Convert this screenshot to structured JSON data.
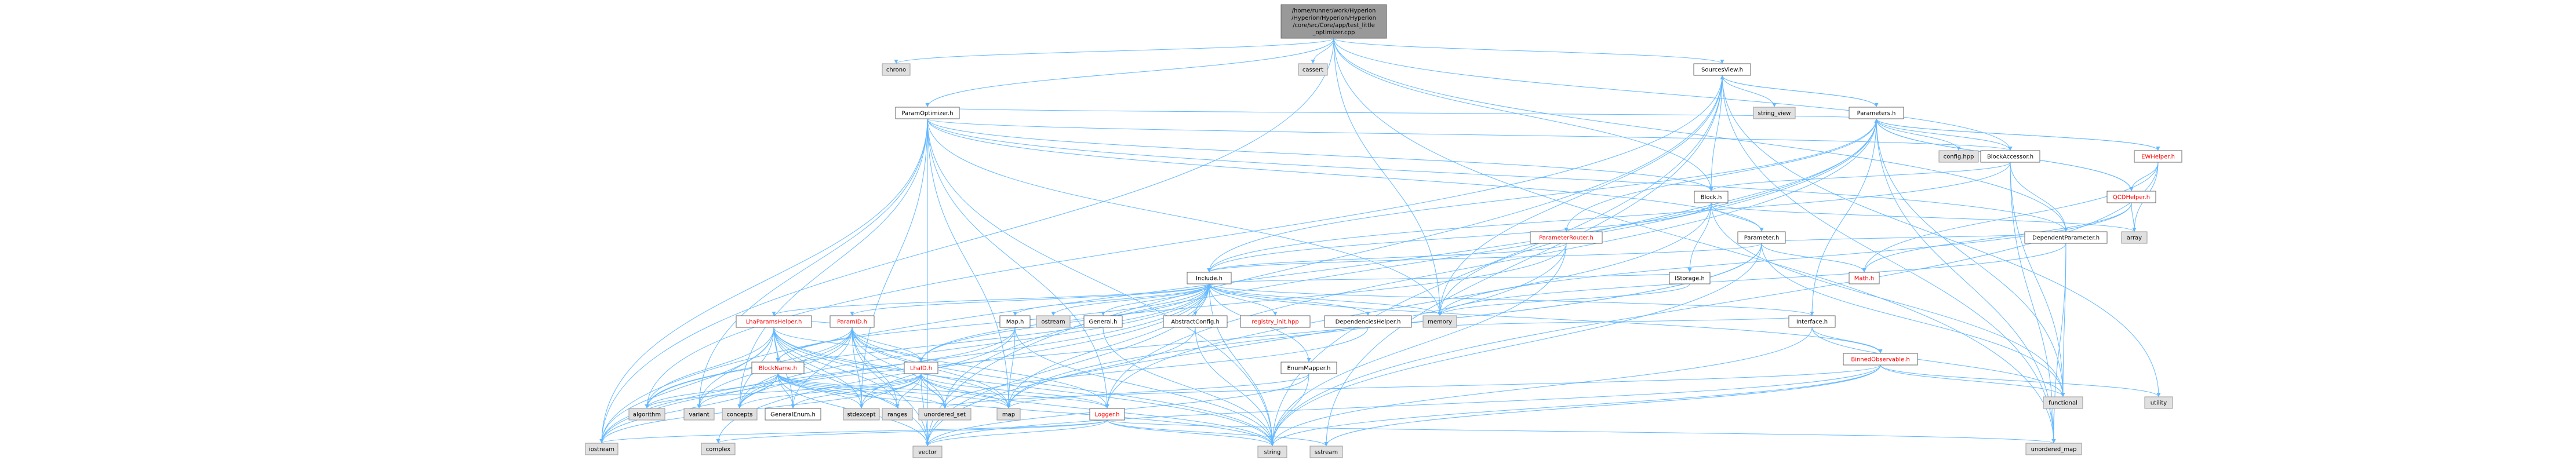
{
  "colors": {
    "root_fill": "#999999",
    "box_fill": "#ffffff",
    "box_stroke": "#666666",
    "system_fill": "#e0e0e0",
    "system_stroke": "#999999",
    "edge": "#63b8ff",
    "red_text": "#ff0000"
  },
  "nodes": [
    {
      "id": "root",
      "lines": [
        "/home/runner/work/Hyperion",
        "/Hyperion/Hyperion/Hyperion",
        "/core/src/Core/app/test_little",
        "_optimizer.cpp"
      ],
      "kind": "root"
    },
    {
      "id": "chrono",
      "lines": [
        "chrono"
      ],
      "kind": "system"
    },
    {
      "id": "cassert",
      "lines": [
        "cassert"
      ],
      "kind": "system"
    },
    {
      "id": "sourcesview",
      "lines": [
        "SourcesView.h"
      ],
      "kind": "local"
    },
    {
      "id": "string_view",
      "lines": [
        "string_view"
      ],
      "kind": "system"
    },
    {
      "id": "paramoptimizer",
      "lines": [
        "ParamOptimizer.h"
      ],
      "kind": "local"
    },
    {
      "id": "parameters",
      "lines": [
        "Parameters.h"
      ],
      "kind": "local"
    },
    {
      "id": "config",
      "lines": [
        "config.hpp"
      ],
      "kind": "system"
    },
    {
      "id": "blockaccessor",
      "lines": [
        "BlockAccessor.h"
      ],
      "kind": "local"
    },
    {
      "id": "ewhelper",
      "lines": [
        "EWHelper.h"
      ],
      "kind": "red"
    },
    {
      "id": "qcdhelper",
      "lines": [
        "QCDHelper.h"
      ],
      "kind": "red"
    },
    {
      "id": "array",
      "lines": [
        "array"
      ],
      "kind": "system"
    },
    {
      "id": "block",
      "lines": [
        "Block.h"
      ],
      "kind": "local"
    },
    {
      "id": "dependentparameter",
      "lines": [
        "DependentParameter.h"
      ],
      "kind": "local"
    },
    {
      "id": "parameterrouter",
      "lines": [
        "ParameterRouter.h"
      ],
      "kind": "red"
    },
    {
      "id": "parameter",
      "lines": [
        "Parameter.h"
      ],
      "kind": "local"
    },
    {
      "id": "istorage",
      "lines": [
        "IStorage.h"
      ],
      "kind": "local"
    },
    {
      "id": "math",
      "lines": [
        "Math.h"
      ],
      "kind": "red"
    },
    {
      "id": "include",
      "lines": [
        "Include.h"
      ],
      "kind": "local"
    },
    {
      "id": "interface",
      "lines": [
        "Interface.h"
      ],
      "kind": "local"
    },
    {
      "id": "luaparamshelper",
      "lines": [
        "LhaParamsHelper.h"
      ],
      "kind": "red"
    },
    {
      "id": "paramid",
      "lines": [
        "ParamID.h"
      ],
      "kind": "red"
    },
    {
      "id": "map_h",
      "lines": [
        "Map.h"
      ],
      "kind": "local"
    },
    {
      "id": "ostream",
      "lines": [
        "ostream"
      ],
      "kind": "system"
    },
    {
      "id": "general",
      "lines": [
        "General.h"
      ],
      "kind": "local"
    },
    {
      "id": "abstractconfig",
      "lines": [
        "AbstractConfig.h"
      ],
      "kind": "local"
    },
    {
      "id": "registry_init",
      "lines": [
        "registry_init.hpp"
      ],
      "kind": "red"
    },
    {
      "id": "dependencieshelper",
      "lines": [
        "DependenciesHelper.h"
      ],
      "kind": "local"
    },
    {
      "id": "memory",
      "lines": [
        "memory"
      ],
      "kind": "system"
    },
    {
      "id": "binnedobservable",
      "lines": [
        "BinnedObservable.h"
      ],
      "kind": "red"
    },
    {
      "id": "blockname",
      "lines": [
        "BlockName.h"
      ],
      "kind": "red"
    },
    {
      "id": "lhaid",
      "lines": [
        "LhaID.h"
      ],
      "kind": "red"
    },
    {
      "id": "enummapper",
      "lines": [
        "EnumMapper.h"
      ],
      "kind": "local"
    },
    {
      "id": "functional",
      "lines": [
        "functional"
      ],
      "kind": "system"
    },
    {
      "id": "utility",
      "lines": [
        "utility"
      ],
      "kind": "system"
    },
    {
      "id": "algorithm",
      "lines": [
        "algorithm"
      ],
      "kind": "system"
    },
    {
      "id": "variant",
      "lines": [
        "variant"
      ],
      "kind": "system"
    },
    {
      "id": "concepts",
      "lines": [
        "concepts"
      ],
      "kind": "system"
    },
    {
      "id": "generalenum",
      "lines": [
        "GeneralEnum.h"
      ],
      "kind": "local"
    },
    {
      "id": "stdexcept",
      "lines": [
        "stdexcept"
      ],
      "kind": "system"
    },
    {
      "id": "ranges",
      "lines": [
        "ranges"
      ],
      "kind": "system"
    },
    {
      "id": "unordered_set",
      "lines": [
        "unordered_set"
      ],
      "kind": "system"
    },
    {
      "id": "map",
      "lines": [
        "map"
      ],
      "kind": "system"
    },
    {
      "id": "logger",
      "lines": [
        "Logger.h"
      ],
      "kind": "red"
    },
    {
      "id": "iostream",
      "lines": [
        "iostream"
      ],
      "kind": "system"
    },
    {
      "id": "complex",
      "lines": [
        "complex"
      ],
      "kind": "system"
    },
    {
      "id": "vector",
      "lines": [
        "vector"
      ],
      "kind": "system"
    },
    {
      "id": "string",
      "lines": [
        "string"
      ],
      "kind": "system"
    },
    {
      "id": "sstream",
      "lines": [
        "sstream"
      ],
      "kind": "system"
    },
    {
      "id": "unordered_map",
      "lines": [
        "unordered_map"
      ],
      "kind": "system"
    }
  ],
  "edges": [
    [
      "root",
      "chrono"
    ],
    [
      "root",
      "cassert"
    ],
    [
      "root",
      "sourcesview"
    ],
    [
      "root",
      "paramoptimizer"
    ],
    [
      "root",
      "block"
    ],
    [
      "root",
      "blockaccessor"
    ],
    [
      "root",
      "dependentparameter"
    ],
    [
      "root",
      "memory"
    ],
    [
      "root",
      "iostream"
    ],
    [
      "root",
      "unordered_map"
    ],
    [
      "sourcesview",
      "string_view"
    ],
    [
      "sourcesview",
      "parameters"
    ],
    [
      "sourcesview",
      "block"
    ],
    [
      "sourcesview",
      "memory"
    ],
    [
      "sourcesview",
      "unordered_map"
    ],
    [
      "sourcesview",
      "string"
    ],
    [
      "sourcesview",
      "vector"
    ],
    [
      "sourcesview",
      "sstream"
    ],
    [
      "sourcesview",
      "utility"
    ],
    [
      "sourcesview",
      "algorithm"
    ],
    [
      "paramoptimizer",
      "parameters"
    ],
    [
      "paramoptimizer",
      "blockaccessor"
    ],
    [
      "paramoptimizer",
      "block"
    ],
    [
      "paramoptimizer",
      "parameter"
    ],
    [
      "paramoptimizer",
      "dependentparameter"
    ],
    [
      "paramoptimizer",
      "memory"
    ],
    [
      "paramoptimizer",
      "string"
    ],
    [
      "paramoptimizer",
      "vector"
    ],
    [
      "paramoptimizer",
      "map"
    ],
    [
      "paramoptimizer",
      "stdexcept"
    ],
    [
      "paramoptimizer",
      "iostream"
    ],
    [
      "paramoptimizer",
      "variant"
    ],
    [
      "paramoptimizer",
      "concepts"
    ],
    [
      "paramoptimizer",
      "logger"
    ],
    [
      "parameters",
      "config"
    ],
    [
      "parameters",
      "blockaccessor"
    ],
    [
      "parameters",
      "ewhelper"
    ],
    [
      "parameters",
      "qcdhelper"
    ],
    [
      "parameters",
      "sourcesview"
    ],
    [
      "parameters",
      "interface"
    ],
    [
      "parameters",
      "include"
    ],
    [
      "parameters",
      "parameterrouter"
    ],
    [
      "parameters",
      "memory"
    ],
    [
      "parameters",
      "functional"
    ],
    [
      "parameters",
      "unordered_map"
    ],
    [
      "parameters",
      "logger"
    ],
    [
      "parameters",
      "unordered_set"
    ],
    [
      "parameters",
      "iostream"
    ],
    [
      "ewhelper",
      "qcdhelper"
    ],
    [
      "ewhelper",
      "parameters"
    ],
    [
      "ewhelper",
      "array"
    ],
    [
      "ewhelper",
      "math"
    ],
    [
      "ewhelper",
      "string"
    ],
    [
      "qcdhelper",
      "parameters"
    ],
    [
      "qcdhelper",
      "array"
    ],
    [
      "qcdhelper",
      "math"
    ],
    [
      "qcdhelper",
      "memory"
    ],
    [
      "blockaccessor",
      "block"
    ],
    [
      "blockaccessor",
      "dependentparameter"
    ],
    [
      "blockaccessor",
      "include"
    ],
    [
      "blockaccessor",
      "functional"
    ],
    [
      "blockaccessor",
      "unordered_map"
    ],
    [
      "block",
      "array"
    ],
    [
      "block",
      "parameter"
    ],
    [
      "block",
      "istorage"
    ],
    [
      "block",
      "include"
    ],
    [
      "block",
      "functional"
    ],
    [
      "block",
      "logger"
    ],
    [
      "dependentparameter",
      "parameter"
    ],
    [
      "dependentparameter",
      "functional"
    ],
    [
      "dependentparameter",
      "memory"
    ],
    [
      "dependentparameter",
      "unordered_map"
    ],
    [
      "parameter",
      "include"
    ],
    [
      "parameter",
      "math"
    ],
    [
      "parameter",
      "functional"
    ],
    [
      "parameter",
      "string"
    ],
    [
      "parameter",
      "map"
    ],
    [
      "parameter",
      "iostream"
    ],
    [
      "istorage",
      "include"
    ],
    [
      "istorage",
      "memory"
    ],
    [
      "parameterrouter",
      "include"
    ],
    [
      "parameterrouter",
      "lhaid"
    ],
    [
      "parameterrouter",
      "string"
    ],
    [
      "parameterrouter",
      "vector"
    ],
    [
      "interface",
      "include"
    ],
    [
      "interface",
      "binnedobservable"
    ],
    [
      "interface",
      "functional"
    ],
    [
      "interface",
      "memory"
    ],
    [
      "interface",
      "string"
    ],
    [
      "include",
      "luaparamshelper"
    ],
    [
      "include",
      "paramid"
    ],
    [
      "include",
      "map_h"
    ],
    [
      "include",
      "ostream"
    ],
    [
      "include",
      "general"
    ],
    [
      "include",
      "abstractconfig"
    ],
    [
      "include",
      "registry_init"
    ],
    [
      "include",
      "dependencieshelper"
    ],
    [
      "include",
      "memory"
    ],
    [
      "include",
      "binnedobservable"
    ],
    [
      "include",
      "enummapper"
    ],
    [
      "include",
      "string"
    ],
    [
      "include",
      "vector"
    ],
    [
      "include",
      "map"
    ],
    [
      "include",
      "algorithm"
    ],
    [
      "include",
      "iostream"
    ],
    [
      "include",
      "complex"
    ],
    [
      "include",
      "concepts"
    ],
    [
      "include",
      "lhaid"
    ],
    [
      "include",
      "blockname"
    ],
    [
      "luaparamshelper",
      "blockname"
    ],
    [
      "luaparamshelper",
      "paramid"
    ],
    [
      "luaparamshelper",
      "lhaid"
    ],
    [
      "luaparamshelper",
      "algorithm"
    ],
    [
      "luaparamshelper",
      "variant"
    ],
    [
      "luaparamshelper",
      "concepts"
    ],
    [
      "luaparamshelper",
      "generalenum"
    ],
    [
      "luaparamshelper",
      "stdexcept"
    ],
    [
      "luaparamshelper",
      "ranges"
    ],
    [
      "luaparamshelper",
      "unordered_set"
    ],
    [
      "luaparamshelper",
      "map"
    ],
    [
      "luaparamshelper",
      "vector"
    ],
    [
      "luaparamshelper",
      "string"
    ],
    [
      "luaparamshelper",
      "iostream"
    ],
    [
      "paramid",
      "blockname"
    ],
    [
      "paramid",
      "lhaid"
    ],
    [
      "paramid",
      "algorithm"
    ],
    [
      "paramid",
      "variant"
    ],
    [
      "paramid",
      "concepts"
    ],
    [
      "paramid",
      "generalenum"
    ],
    [
      "paramid",
      "stdexcept"
    ],
    [
      "paramid",
      "ranges"
    ],
    [
      "paramid",
      "unordered_set"
    ],
    [
      "paramid",
      "map"
    ],
    [
      "paramid",
      "logger"
    ],
    [
      "paramid",
      "vector"
    ],
    [
      "paramid",
      "string"
    ],
    [
      "blockname",
      "algorithm"
    ],
    [
      "blockname",
      "variant"
    ],
    [
      "blockname",
      "concepts"
    ],
    [
      "blockname",
      "generalenum"
    ],
    [
      "blockname",
      "stdexcept"
    ],
    [
      "blockname",
      "ranges"
    ],
    [
      "blockname",
      "unordered_set"
    ],
    [
      "blockname",
      "map"
    ],
    [
      "blockname",
      "logger"
    ],
    [
      "blockname",
      "iostream"
    ],
    [
      "blockname",
      "vector"
    ],
    [
      "blockname",
      "string"
    ],
    [
      "lhaid",
      "algorithm"
    ],
    [
      "lhaid",
      "concepts"
    ],
    [
      "lhaid",
      "generalenum"
    ],
    [
      "lhaid",
      "stdexcept"
    ],
    [
      "lhaid",
      "ranges"
    ],
    [
      "lhaid",
      "unordered_set"
    ],
    [
      "lhaid",
      "map"
    ],
    [
      "lhaid",
      "logger"
    ],
    [
      "lhaid",
      "vector"
    ],
    [
      "lhaid",
      "string"
    ],
    [
      "lhaid",
      "iostream"
    ],
    [
      "map_h",
      "map"
    ],
    [
      "map_h",
      "string"
    ],
    [
      "map_h",
      "concepts"
    ],
    [
      "map_h",
      "stdexcept"
    ],
    [
      "general",
      "string"
    ],
    [
      "abstractconfig",
      "string"
    ],
    [
      "abstractconfig",
      "map"
    ],
    [
      "dependencieshelper",
      "unordered_set"
    ],
    [
      "binnedobservable",
      "functional"
    ],
    [
      "binnedobservable",
      "utility"
    ],
    [
      "binnedobservable",
      "sstream"
    ],
    [
      "binnedobservable",
      "string"
    ],
    [
      "binnedobservable",
      "vector"
    ],
    [
      "binnedobservable",
      "unordered_set"
    ],
    [
      "enummapper",
      "string"
    ],
    [
      "enummapper",
      "vector"
    ],
    [
      "enummapper",
      "map"
    ],
    [
      "logger",
      "iostream"
    ],
    [
      "logger",
      "string"
    ],
    [
      "logger",
      "sstream"
    ],
    [
      "logger",
      "vector"
    ],
    [
      "logger",
      "unordered_map"
    ],
    [
      "logger",
      "complex"
    ]
  ]
}
